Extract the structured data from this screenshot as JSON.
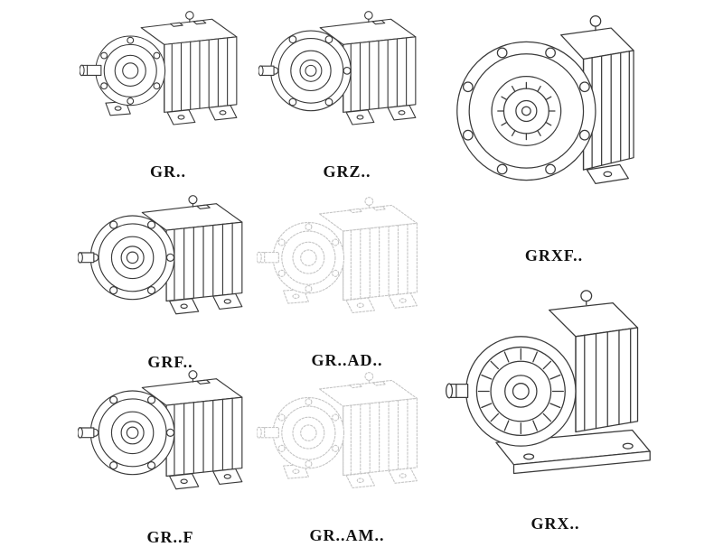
{
  "page": {
    "background": "#ffffff"
  },
  "colors": {
    "line": "#3a3a3a",
    "phantom_line": "#c6c6c6",
    "label": "#111111"
  },
  "items": [
    {
      "label": "GR..",
      "style": "solid"
    },
    {
      "label": "GRZ..",
      "style": "solid"
    },
    {
      "label": "GRXF..",
      "style": "solid"
    },
    {
      "label": "GRF..",
      "style": "solid"
    },
    {
      "label": "GR..AD..",
      "style": "phantom"
    },
    {
      "label": "GR..F",
      "style": "solid"
    },
    {
      "label": "GR..AM..",
      "style": "phantom"
    },
    {
      "label": "GRX..",
      "style": "solid"
    }
  ]
}
